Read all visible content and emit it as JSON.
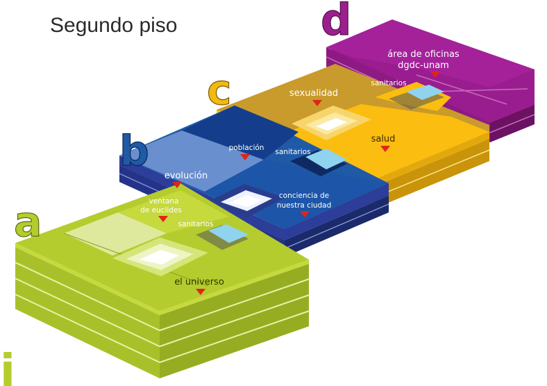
{
  "title": "Segundo piso",
  "sections": {
    "a": {
      "letter": "a",
      "color": "#b5cc2e",
      "rooms": {
        "universo": "el universo",
        "ventana_1": "ventana",
        "ventana_2": "de euclides",
        "sanitarios": "sanitarios"
      }
    },
    "b": {
      "letter": "b",
      "color": "#1f5aa6",
      "rooms": {
        "evolucion": "evolución",
        "poblacion": "población",
        "sanitarios": "sanitarios",
        "conciencia_1": "conciencia de",
        "conciencia_2": "nuestra ciudad"
      }
    },
    "c": {
      "letter": "c",
      "color": "#f2b90f",
      "rooms": {
        "sexualidad": "sexualidad",
        "salud": "salud",
        "sanitarios": "sanitarios"
      }
    },
    "d": {
      "letter": "d",
      "color": "#9c1f8f",
      "rooms": {
        "oficinas_1": "área de oficinas",
        "oficinas_2": "dgdc-unam"
      }
    }
  },
  "footer_letter": "i"
}
